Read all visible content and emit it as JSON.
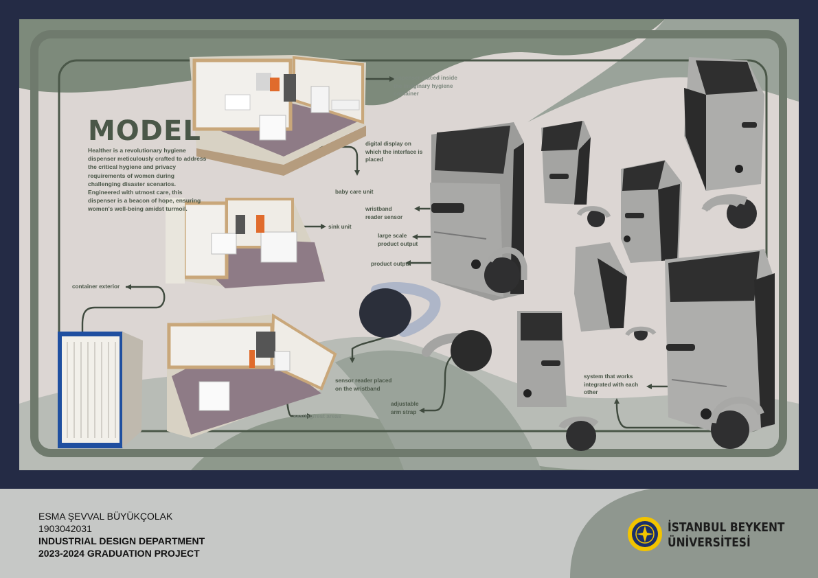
{
  "title": "MODEL",
  "description": "Healther is a revolutionary hygiene dispenser meticulously crafted to address the critical hygiene and privacy requirements of women during challenging disaster scenarios. Engineered with utmost care, this dispenser is a beacon of hope, ensuring women's well-being amidst turmoil.",
  "labels": {
    "dispenser_inside": [
      "dispenser placed inside",
      "the imaginary hygiene",
      "container"
    ],
    "digital_display": [
      "digital display on",
      "which the interface is",
      "placed"
    ],
    "baby_care": "baby care unit",
    "wristband_sensor": [
      "wristband",
      "reader sensor"
    ],
    "sink_unit": "sink unit",
    "large_scale": [
      "large scale",
      "product output"
    ],
    "product_output": "product output",
    "container_exterior": "container exterior",
    "sensor_reader": [
      "sensor reader placed",
      "on the wristband"
    ],
    "adjustable_strap": [
      "adjustable",
      "arm strap"
    ],
    "system_integrated": [
      "system that works",
      "integrated with each",
      "other"
    ],
    "seating_rest": "seating/rest areas"
  },
  "footer": {
    "student_name": "ESMA ŞEVVAL BÜYÜKÇOLAK",
    "student_id": "1903042031",
    "department": "INDUSTRIAL DESIGN DEPARTMENT",
    "project": "2023-2024 GRADUATION PROJECT",
    "university_line1": "İSTANBUL BEYKENT",
    "university_line2": "ÜNİVERSİTESİ"
  },
  "colors": {
    "navy": "#242b45",
    "sage": "#6f7a6d",
    "dark_sage": "#4a5748",
    "panel_light": "#dcd6d3",
    "footer_gray": "#c6c8c6",
    "logo_yellow": "#f2c400"
  }
}
